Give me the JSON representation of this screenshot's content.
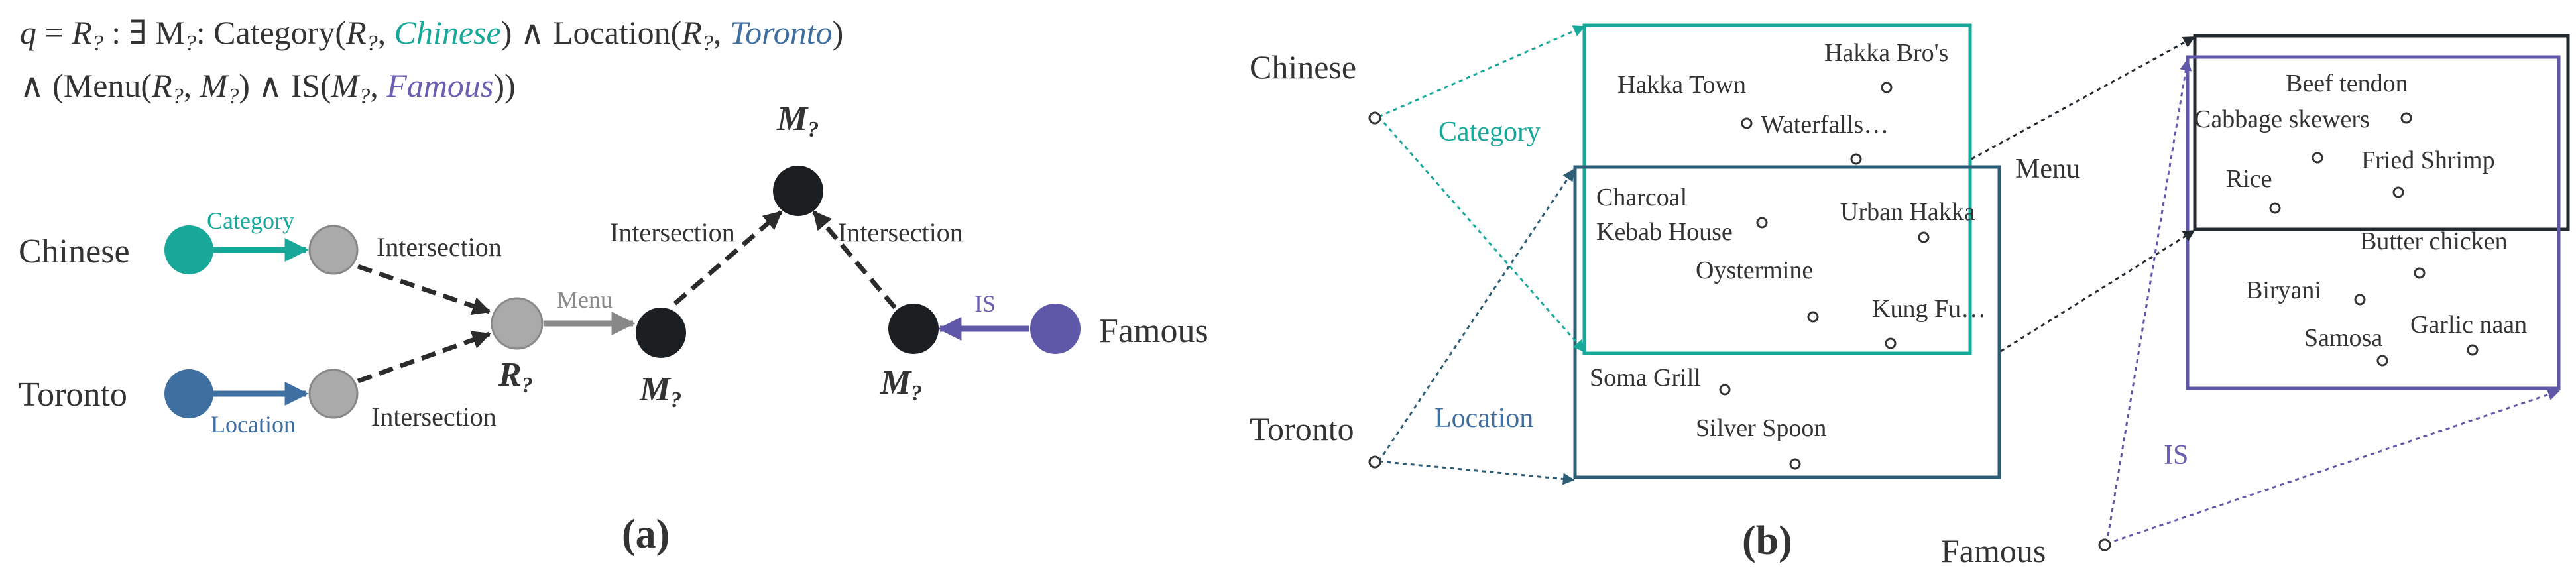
{
  "colors": {
    "teal": "#17a89a",
    "steel_blue": "#3f6fa1",
    "purple": "#5f57a8",
    "gray_node": "#aaaaaa",
    "black_node": "#1b1f22",
    "dark_box": "#222a30",
    "mid_box": "#2c5d75"
  },
  "panel_a": {
    "formula": {
      "q": "q",
      "eq": " = ",
      "r": "R",
      "q_mark": "?",
      "colon_exists": " : ∃ ",
      "m": "M",
      "colon": ":  ",
      "category_fn": "Category(",
      "comma": ", ",
      "chinese": "Chinese",
      "close_and": ") ∧ ",
      "location_fn": "Location(",
      "toronto": "Toronto",
      "close": ")",
      "line2_and_menu": "∧ (Menu(",
      "line2_close_and_is": ") ∧ IS(",
      "famous": "Famous",
      "line2_end": "))"
    },
    "nodes": {
      "chinese": "Chinese",
      "toronto": "Toronto",
      "famous": "Famous",
      "r_var": "R",
      "m_var": "M",
      "q_mark": "?"
    },
    "edges": {
      "category": "Category",
      "location": "Location",
      "menu": "Menu",
      "is": "IS",
      "intersection": "Intersection"
    },
    "caption": "(a)"
  },
  "panel_b": {
    "entities": {
      "chinese": "Chinese",
      "toronto": "Toronto",
      "famous": "Famous"
    },
    "relations": {
      "category": "Category",
      "location": "Location",
      "menu": "Menu",
      "is": "IS"
    },
    "restaurants": {
      "hakka_bros": "Hakka Bro's",
      "hakka_town": "Hakka Town",
      "waterfalls": "Waterfalls…",
      "charcoal": "Charcoal",
      "kebab_house": "Kebab House",
      "urban_hakka": "Urban Hakka",
      "oystermine": "Oystermine",
      "kung_fu": "Kung Fu…",
      "soma_grill": "Soma Grill",
      "silver_spoon": "Silver Spoon"
    },
    "dishes": {
      "beef_tendon": "Beef tendon",
      "cabbage_skewers": "Cabbage skewers",
      "rice": "Rice",
      "fried_shrimp": "Fried Shrimp",
      "butter_chicken": "Butter chicken",
      "biryani": "Biryani",
      "garlic_naan": "Garlic naan",
      "samosa": "Samosa"
    },
    "caption": "(b)"
  }
}
